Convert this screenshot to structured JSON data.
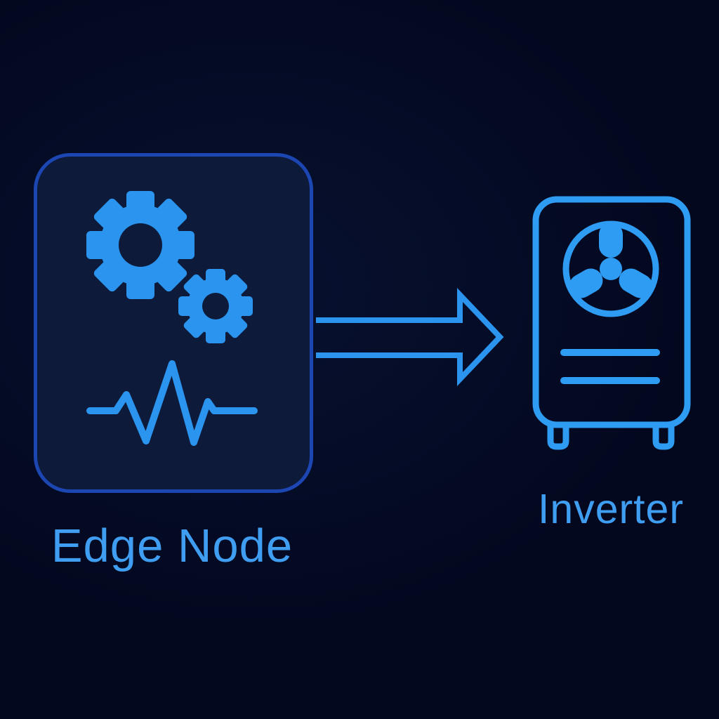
{
  "colors": {
    "background": "#03081f",
    "background_hi": "#071130",
    "box_fill": "#0d1a3a",
    "box_border": "#1c46b2",
    "accent": "#2a94ee",
    "accent_bright": "#2f9cf4",
    "text": "#3f9ef2"
  },
  "nodes": {
    "edge_node": {
      "label": "Edge Node",
      "icons": [
        "gear-icon",
        "small-gear-icon",
        "pulse-waveform-icon"
      ]
    },
    "inverter": {
      "label": "Inverter",
      "icons": [
        "fan-icon",
        "vent-line-icon",
        "vent-line-icon",
        "foot-left",
        "foot-right"
      ]
    }
  },
  "connector": {
    "type": "arrow-right",
    "from": "edge_node",
    "to": "inverter"
  }
}
